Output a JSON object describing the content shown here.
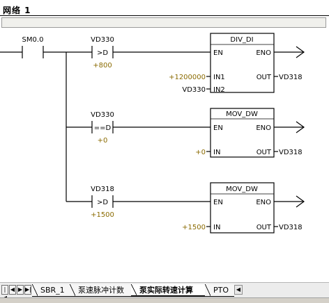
{
  "network": {
    "title": "网络 1"
  },
  "contact_main": {
    "operand": "SM0.0"
  },
  "rung1": {
    "contact_operand": "VD330",
    "contact_type": ">D",
    "contact_compare": "+800",
    "block_name": "DIV_DI",
    "en": "EN",
    "eno": "ENO",
    "in1_label": "IN1",
    "in1_value": "+1200000",
    "in2_label": "IN2",
    "in2_value": "VD330",
    "out_label": "OUT",
    "out_value": "VD318"
  },
  "rung2": {
    "contact_operand": "VD330",
    "contact_type": "==D",
    "contact_compare": "+0",
    "block_name": "MOV_DW",
    "en": "EN",
    "eno": "ENO",
    "in_label": "IN",
    "in_value": "+0",
    "out_label": "OUT",
    "out_value": "VD318"
  },
  "rung3": {
    "contact_operand": "VD318",
    "contact_type": ">D",
    "contact_compare": "+1500",
    "block_name": "MOV_DW",
    "en": "EN",
    "eno": "ENO",
    "in_label": "IN",
    "in_value": "+1500",
    "out_label": "OUT",
    "out_value": "VD318"
  },
  "tabs": {
    "items": [
      {
        "label": "SBR_1"
      },
      {
        "label": "泵速脉冲计数"
      },
      {
        "label": "泵实际转速计算"
      },
      {
        "label": "PTO"
      }
    ],
    "active_index": 2
  },
  "colors": {
    "value_text": "#8a6a00",
    "wire": "#000000"
  }
}
